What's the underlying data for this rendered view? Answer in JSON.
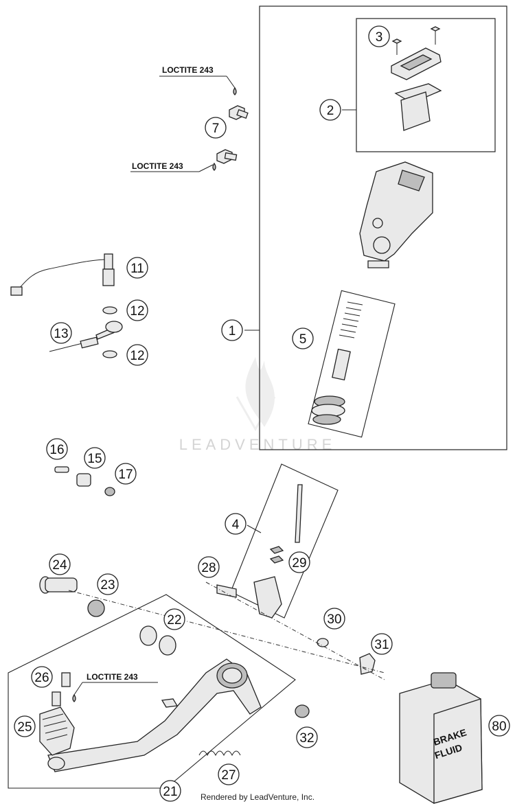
{
  "callouts": {
    "c1": "1",
    "c2": "2",
    "c3": "3",
    "c4": "4",
    "c5": "5",
    "c7": "7",
    "c11": "11",
    "c12a": "12",
    "c12b": "12",
    "c13": "13",
    "c15": "15",
    "c16": "16",
    "c17": "17",
    "c21": "21",
    "c22": "22",
    "c23": "23",
    "c24": "24",
    "c25": "25",
    "c26": "26",
    "c27": "27",
    "c28": "28",
    "c29": "29",
    "c30": "30",
    "c31": "31",
    "c32": "32",
    "c80": "80"
  },
  "loctite": {
    "top": "LOCTITE 243",
    "middle": "LOCTITE 243",
    "lever": "LOCTITE 243"
  },
  "fluid": {
    "line1": "BRAKE",
    "line2": "FLUID"
  },
  "watermark": "LEADVENTURE",
  "footer": "Rendered by LeadVenture, Inc."
}
